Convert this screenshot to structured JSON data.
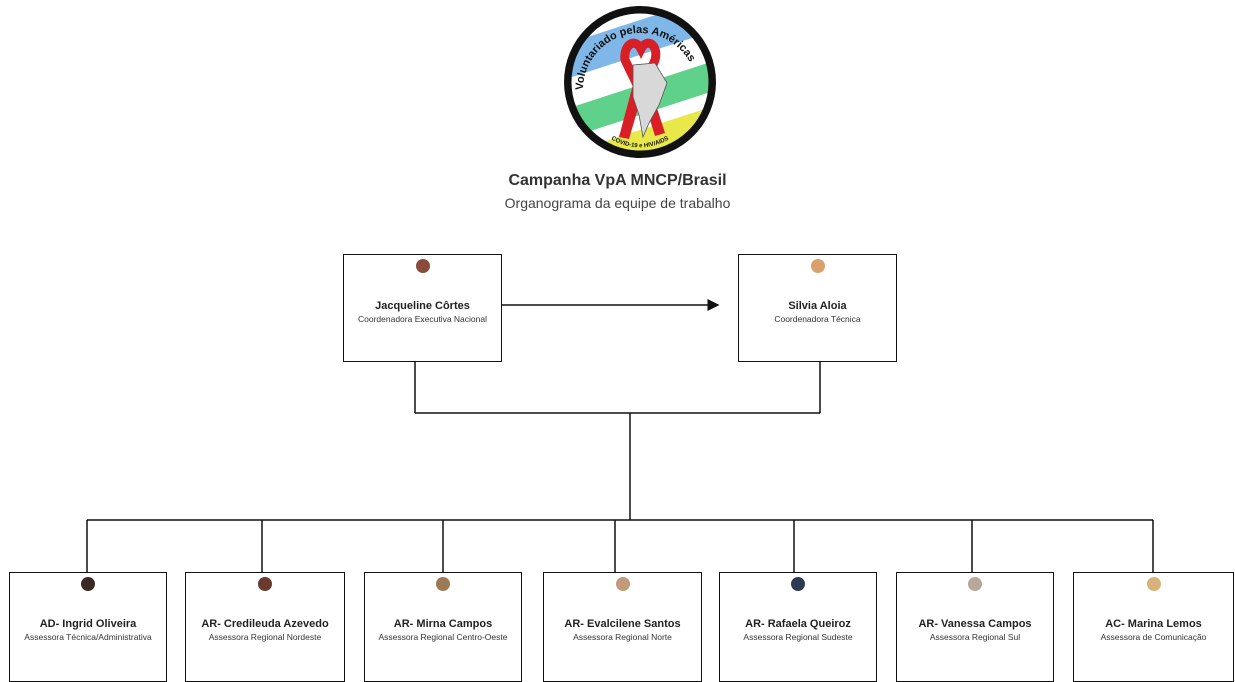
{
  "header": {
    "logo_text_top": "Voluntariado pelas Américas",
    "logo_text_bottom": "COVID-19 e HIV/AIDS",
    "title": "Campanha VpA MNCP/Brasil",
    "subtitle": "Organograma da equipe de trabalho"
  },
  "leaders": [
    {
      "name": "Jacqueline Côrtes",
      "role": "Coordenadora Executiva Nacional",
      "avatar_color": "#8a4b3a"
    },
    {
      "name": "Silvia Aloia",
      "role": "Coordenadora Técnica",
      "avatar_color": "#d9a06a"
    }
  ],
  "team": [
    {
      "name": "AD- Ingrid Oliveira",
      "role": "Assessora  Técnica/Administrativa",
      "avatar_color": "#3b2a24"
    },
    {
      "name": "AR- Credileuda Azevedo",
      "role": "Assessora Regional Nordeste",
      "avatar_color": "#6b3a2e"
    },
    {
      "name": "AR- Mirna Campos",
      "role": "Assessora Regional Centro-Oeste",
      "avatar_color": "#9b7a55"
    },
    {
      "name": "AR- Evalcilene Santos",
      "role": "Assessora Regional Norte",
      "avatar_color": "#c39a7a"
    },
    {
      "name": "AR- Rafaela Queiroz",
      "role": "Assessora Regional Sudeste",
      "avatar_color": "#2d3a55"
    },
    {
      "name": "AR- Vanessa Campos",
      "role": "Assessora Regional Sul",
      "avatar_color": "#b8a89a"
    },
    {
      "name": "AC- Marina Lemos",
      "role": "Assessora de Comunicação",
      "avatar_color": "#d8b27a"
    }
  ]
}
